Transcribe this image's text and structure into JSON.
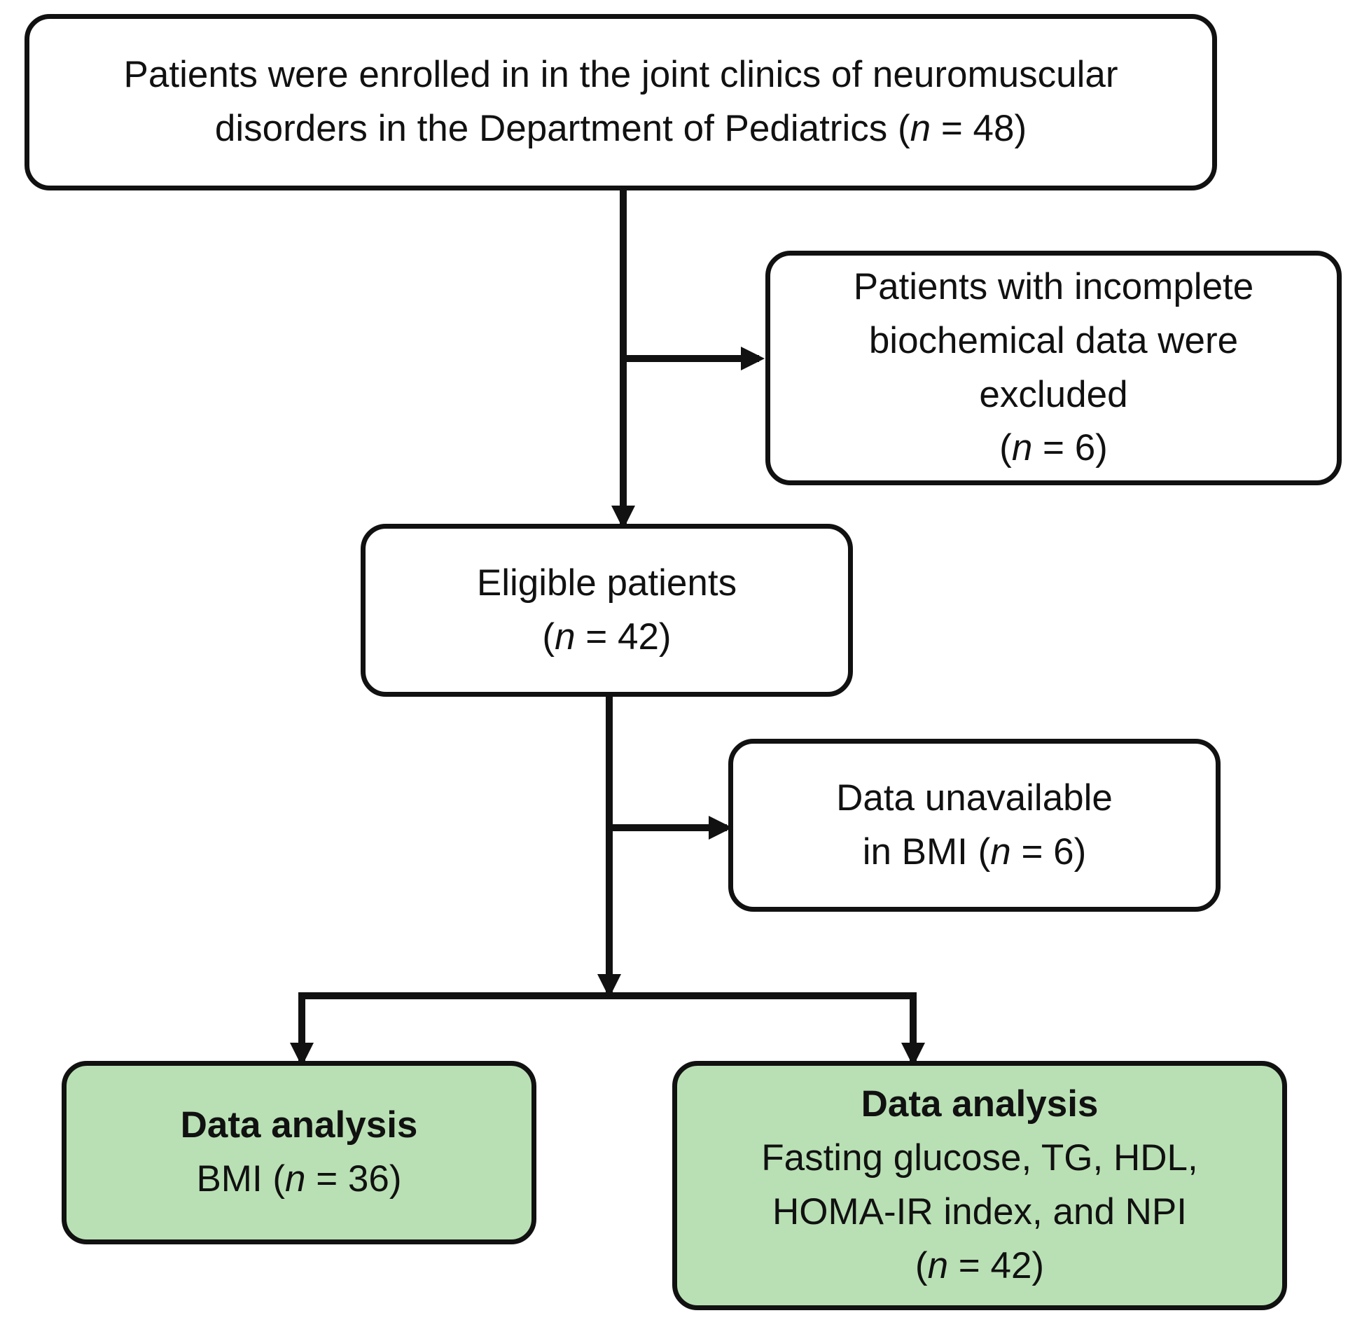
{
  "flowchart": {
    "enrolled": {
      "line1": "Patients were enrolled in in the joint clinics of neuromuscular",
      "line2_pre": "disorders in the Department of Pediatrics (",
      "n_symbol": "n",
      "line2_post": " = 48)"
    },
    "excluded_incomplete": {
      "line1": "Patients with incomplete",
      "line2": "biochemical data were",
      "line3": "excluded",
      "count_pre": "(",
      "n_symbol": "n",
      "count_post": " = 6)"
    },
    "eligible": {
      "line1": "Eligible patients",
      "count_pre": "(",
      "n_symbol": "n",
      "count_post": " = 42)"
    },
    "bmi_unavailable": {
      "line1": "Data unavailable",
      "line2_pre": "in BMI (",
      "n_symbol": "n",
      "line2_post": " = 6)"
    },
    "analysis_bmi": {
      "heading": "Data analysis",
      "line_pre": "BMI (",
      "n_symbol": "n",
      "line_post": " = 36)"
    },
    "analysis_metabolic": {
      "heading": "Data analysis",
      "line1": "Fasting glucose, TG, HDL,",
      "line2": "HOMA-IR index, and NPI",
      "count_pre": "(",
      "n_symbol": "n",
      "count_post": " = 42)"
    }
  },
  "colors": {
    "outline": "#111111",
    "analysis_fill": "#b9e0b4",
    "box_fill": "#ffffff"
  }
}
